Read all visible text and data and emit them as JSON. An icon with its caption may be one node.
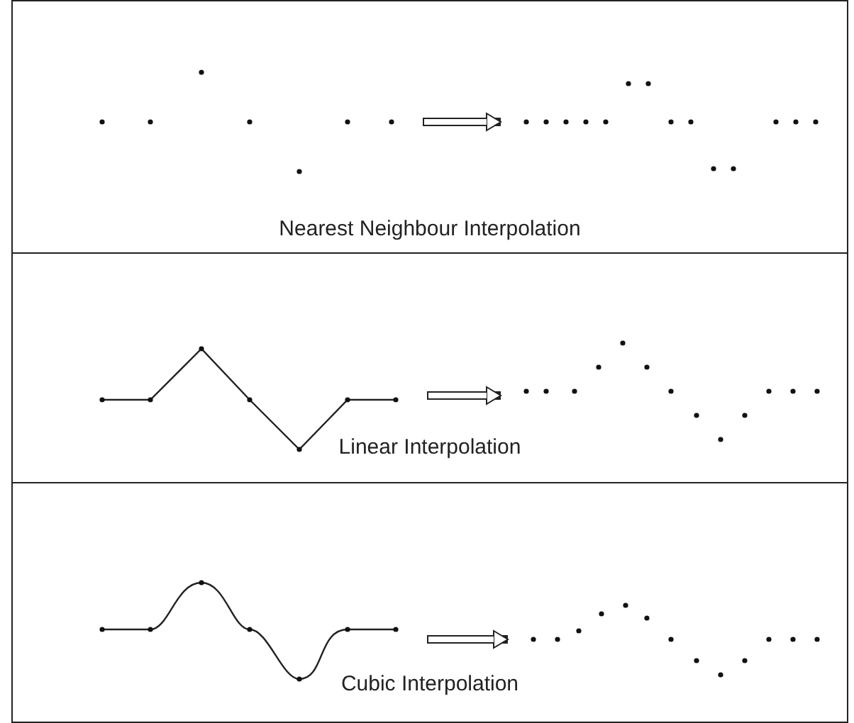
{
  "diagram": {
    "nodes": [
      {
        "text": [
          "Nearest Neighbour Interpolation"
        ]
      },
      {
        "text": [],
        "shape": "picture",
        "in": 0
      },
      {
        "text": [],
        "shape": "picture",
        "in": 0
      },
      {
        "text": [
          "Linear Interpolation"
        ]
      },
      {
        "text": [],
        "shape": "picture",
        "in": 3
      },
      {
        "text": [],
        "shape": "picture",
        "in": 3
      },
      {
        "text": [
          "Cubic Interpolation"
        ]
      },
      {
        "text": [],
        "shape": "picture",
        "in": 6
      },
      {
        "text": [],
        "shape": "picture",
        "in": 6
      }
    ],
    "edges": [
      {
        "from": 1,
        "to": 2,
        "arrow": "to"
      },
      {
        "from": 4,
        "to": 5,
        "arrow": "to"
      },
      {
        "from": 7,
        "to": 8,
        "arrow": "to"
      }
    ]
  }
}
